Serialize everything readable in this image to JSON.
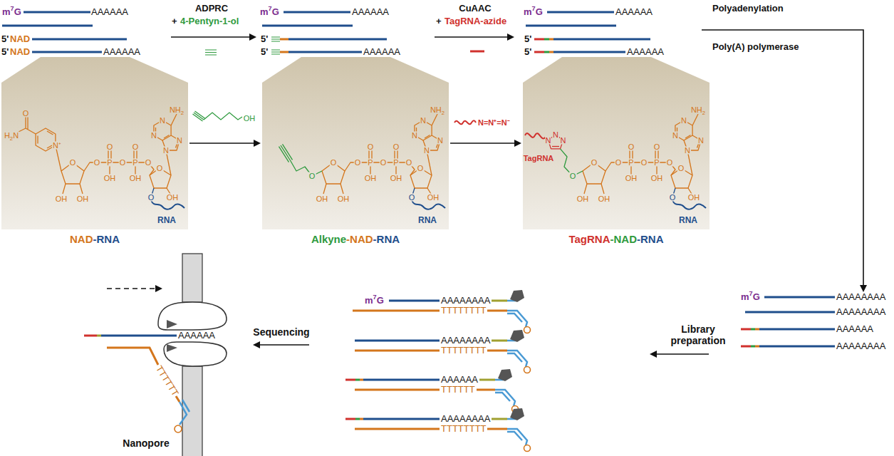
{
  "diagram": {
    "nodes": [
      {
        "text": [
          "NAD-RNA"
        ]
      },
      {
        "text": [
          "Alkyne-NAD-RNA"
        ]
      },
      {
        "text": [
          "TagRNA-NAD-RNA"
        ]
      }
    ],
    "edges": [
      {
        "from": 0,
        "to": 1,
        "arrow": "to"
      },
      {
        "from": 1,
        "to": 2,
        "arrow": "to"
      }
    ],
    "labels": [
      "m7G",
      "AAAAAA",
      "5'",
      "NAD",
      "5'",
      "NAD",
      "AAAAAA",
      "ADPRC",
      "+",
      "4-Pentyn-1-ol",
      "m7G",
      "AAAAAA",
      "5'",
      "5'",
      "AAAAAA",
      "CuAAC",
      "+",
      "TagRNA-azide",
      "m7G",
      "AAAAAA",
      "5'",
      "5'",
      "AAAAAA",
      "Polyadenylation",
      "Poly(A) polymerase",
      "OH",
      "N=N⁺=N⁻",
      "H2N",
      "O",
      "N⁺",
      "O",
      "OH",
      "OH",
      "O",
      "P",
      "O",
      "P",
      "O",
      "O",
      "O",
      "OH",
      "OH",
      "O",
      "N",
      "N",
      "N",
      "N",
      "NH2",
      "O",
      "OH",
      "RNA",
      "O",
      "O",
      "OH",
      "OH",
      "O",
      "P",
      "O",
      "P",
      "O",
      "O",
      "O",
      "OH",
      "OH",
      "O",
      "N",
      "N",
      "N",
      "N",
      "NH2",
      "O",
      "OH",
      "RNA",
      "TagRNA",
      "N",
      "N",
      "N",
      "O",
      "O",
      "OH",
      "OH",
      "O",
      "P",
      "O",
      "P",
      "O",
      "O",
      "O",
      "OH",
      "OH",
      "O",
      "N",
      "N",
      "N",
      "N",
      "NH2",
      "O",
      "OH",
      "RNA",
      "m7G",
      "AAAAAAAA",
      "AAAAAAAA",
      "AAAAAA",
      "AAAAAAAA",
      "Library preparation",
      "m7G",
      "AAAAAAAA",
      "TTTTTTTT",
      "AAAAAAAA",
      "TTTTTTTT",
      "AAAAAA",
      "TTTTTT",
      "AAAAAAAA",
      "TTTTTTTT",
      "Sequencing",
      "AAAAAA",
      "TTTTTT",
      "Nanopore"
    ]
  }
}
